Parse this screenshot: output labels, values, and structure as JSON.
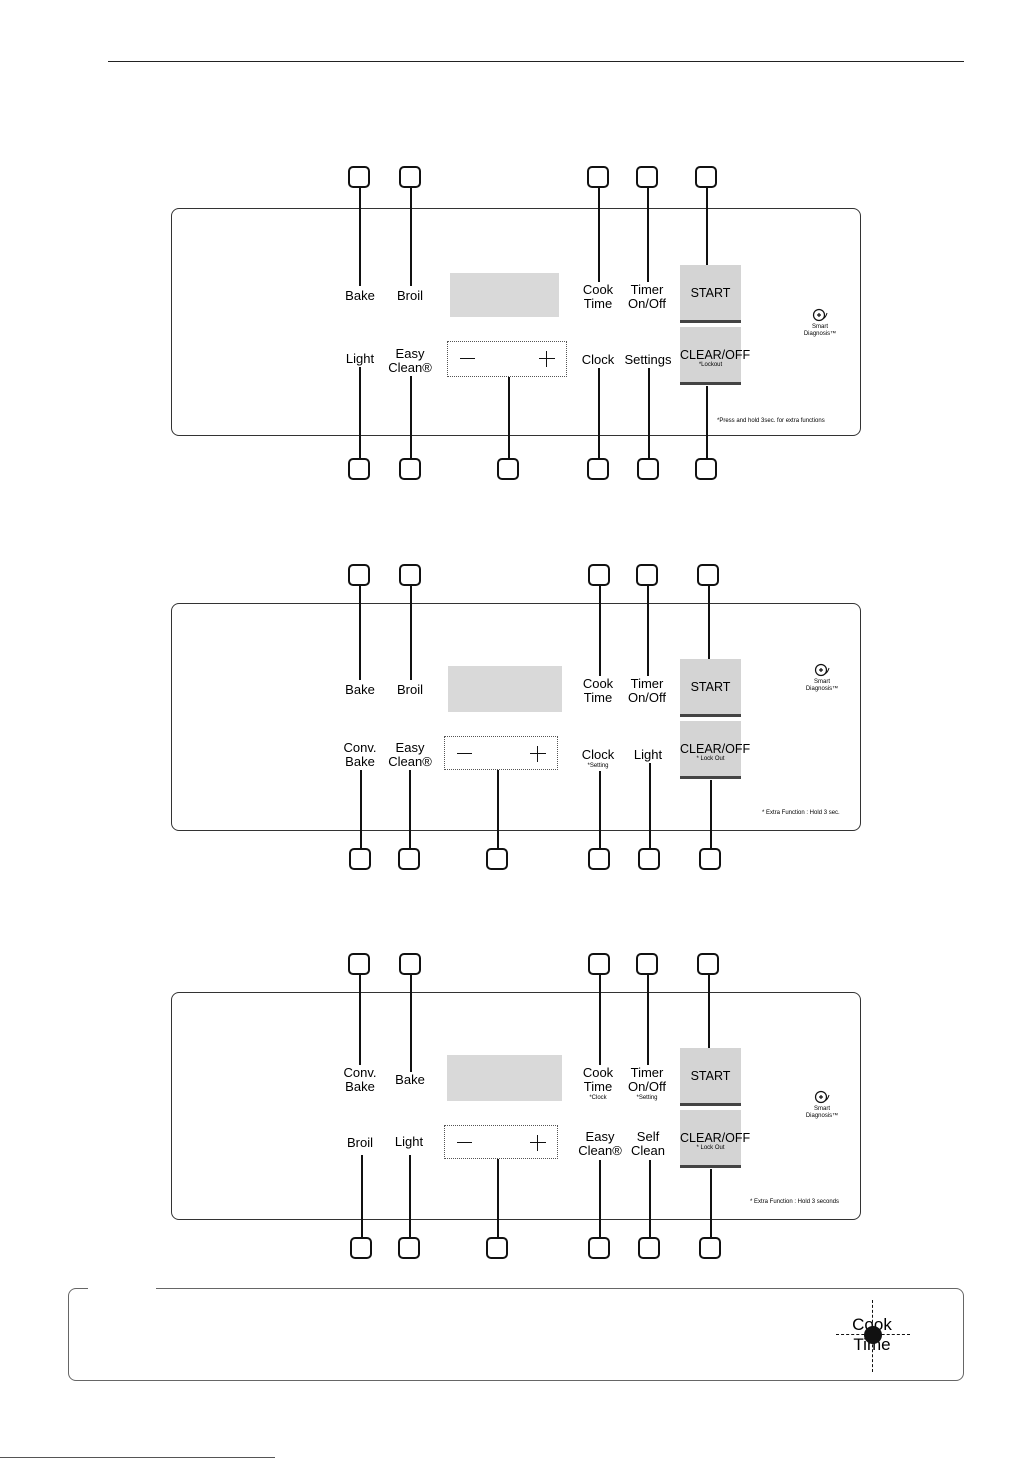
{
  "panel1": {
    "bake": "Bake",
    "broil": "Broil",
    "cook_time": [
      "Cook",
      "Time"
    ],
    "timer": [
      "Timer",
      "On/Off"
    ],
    "start": "START",
    "light": "Light",
    "easy_clean": [
      "Easy",
      "Clean®"
    ],
    "clock": "Clock",
    "settings": "Settings",
    "clear_off": "CLEAR/OFF",
    "clear_sub": "*Lockout",
    "smart": [
      "Smart",
      "Diagnosis™"
    ],
    "note": "*Press and hold 3sec. for extra functions"
  },
  "panel2": {
    "bake": "Bake",
    "broil": "Broil",
    "cook_time": [
      "Cook",
      "Time"
    ],
    "timer": [
      "Timer",
      "On/Off"
    ],
    "start": "START",
    "conv_bake": [
      "Conv.",
      "Bake"
    ],
    "easy_clean": [
      "Easy",
      "Clean®"
    ],
    "clock": "Clock",
    "clock_sub": "*Setting",
    "light": "Light",
    "clear_off": "CLEAR/OFF",
    "clear_sub": "* Lock Out",
    "smart": [
      "Smart",
      "Diagnosis™"
    ],
    "note": "* Extra Function : Hold 3 sec."
  },
  "panel3": {
    "conv_bake": [
      "Conv.",
      "Bake"
    ],
    "bake": "Bake",
    "cook_time": [
      "Cook",
      "Time"
    ],
    "cook_sub": "*Clock",
    "timer": [
      "Timer",
      "On/Off"
    ],
    "timer_sub": "*Setting",
    "start": "START",
    "broil": "Broil",
    "light": "Light",
    "easy_clean": [
      "Easy",
      "Clean®"
    ],
    "self_clean": [
      "Self",
      "Clean"
    ],
    "clear_off": "CLEAR/OFF",
    "clear_sub": "* Lock Out",
    "smart": [
      "Smart",
      "Diagnosis™"
    ],
    "note": "* Extra Function : Hold 3 seconds"
  },
  "demo": [
    "Cook",
    "Time"
  ]
}
